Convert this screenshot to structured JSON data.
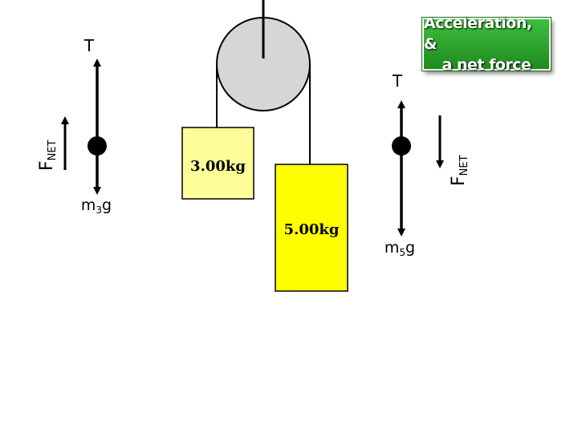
{
  "title": {
    "line1": "Acceleration, &",
    "line2": "a net force"
  },
  "masses": {
    "left": "3.00kg",
    "right": "5.00kg"
  },
  "left_fbd": {
    "tension_label": "T",
    "weight_m": "m",
    "weight_sub": "3",
    "weight_g": "g",
    "fnet_f": "F",
    "fnet_sub": "NET"
  },
  "right_fbd": {
    "tension_label": "T",
    "weight_m": "m",
    "weight_sub": "5",
    "weight_g": "g",
    "fnet_f": "F",
    "fnet_sub": "NET"
  },
  "colors": {
    "pulley_fill": "#d6d6d6",
    "left_block_fill": "#fdfd9a",
    "right_block_fill": "#ffff00",
    "badge_green": "#2ea82e"
  }
}
